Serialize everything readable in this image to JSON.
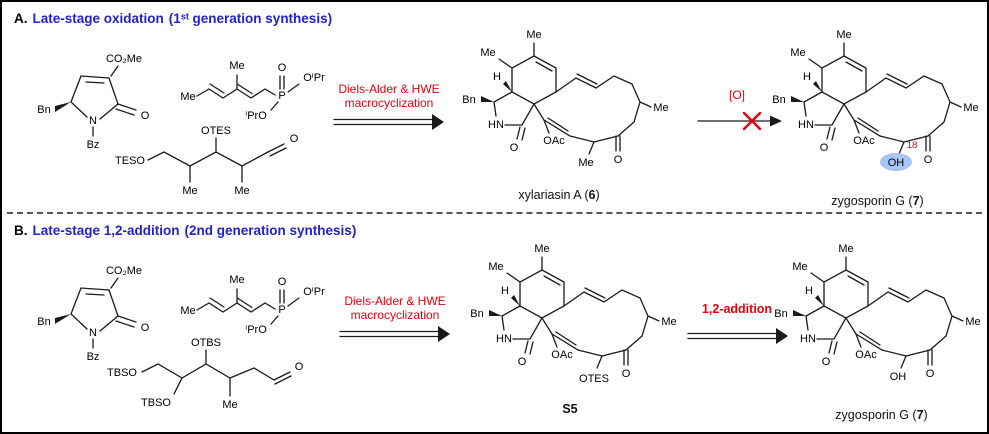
{
  "colors": {
    "blue": "#2222cc",
    "red": "#e8000d",
    "highlight": "#a8c6f4"
  },
  "panelA": {
    "label": "A.",
    "title": "Late-stage oxidation",
    "subtitle": "(1ˢᵗ generation synthesis)",
    "arrow1": {
      "line1": "Diels-Alder & HWE",
      "line2": "macrocyclization"
    },
    "arrow2": {
      "label": "[O]"
    },
    "captions": {
      "c1_pre": "xylariasin A (",
      "c1_num": "6",
      "c1_post": ")",
      "c2_pre": "zygosporin G (",
      "c2_num": "7",
      "c2_post": ")"
    }
  },
  "panelB": {
    "label": "B.",
    "title": "Late-stage 1,2-addition",
    "subtitle": "(2nd generation synthesis)",
    "arrow1": {
      "line1": "Diels-Alder & HWE",
      "line2": "macrocyclization"
    },
    "arrow2": {
      "label": "1,2-addition"
    },
    "captions": {
      "c1": "S5",
      "c2_pre": "zygosporin G (",
      "c2_num": "7",
      "c2_post": ")"
    }
  },
  "structures": {
    "pyrrolinone": {
      "ester": "CO₂Me",
      "bn": "Bn",
      "n": "N",
      "bz": "Bz",
      "o": "O"
    },
    "phosphonate": {
      "me_left": "Me",
      "me_top": "Me",
      "p": "P",
      "o": "O",
      "oipr_right": "OⁱPr",
      "oipr_left": "ⁱPrO"
    },
    "aldehydeA": {
      "left": "TESO",
      "top": "OTES",
      "me1": "Me",
      "me2": "Me",
      "o": "O"
    },
    "aldehydeB": {
      "left": "TBSO",
      "top": "OTBS",
      "bottom": "TBSO",
      "me": "Me",
      "o": "O"
    },
    "xylariasin": {
      "top_me": "Me",
      "left_me": "Me",
      "h": "H",
      "bn": "Bn",
      "hn": "HN",
      "lactam_o": "O",
      "oac": "OAc",
      "right_me": "Me",
      "ketone_o": "O",
      "c18": "Me"
    },
    "zygosporinA": {
      "top_me": "Me",
      "left_me": "Me",
      "h": "H",
      "bn": "Bn",
      "hn": "HN",
      "lactam_o": "O",
      "oac": "OAc",
      "right_me": "Me",
      "ketone_o": "O",
      "c18": "OH",
      "c18_num": "18"
    },
    "s5": {
      "top_me": "Me",
      "left_me": "Me",
      "h": "H",
      "bn": "Bn",
      "hn": "HN",
      "lactam_o": "O",
      "oac": "OAc",
      "right_me": "Me",
      "ketone_o": "O",
      "c18": "OTES"
    },
    "zygosporinB": {
      "top_me": "Me",
      "left_me": "Me",
      "h": "H",
      "bn": "Bn",
      "hn": "HN",
      "lactam_o": "O",
      "oac": "OAc",
      "right_me": "Me",
      "ketone_o": "O",
      "c18": "OH"
    }
  }
}
